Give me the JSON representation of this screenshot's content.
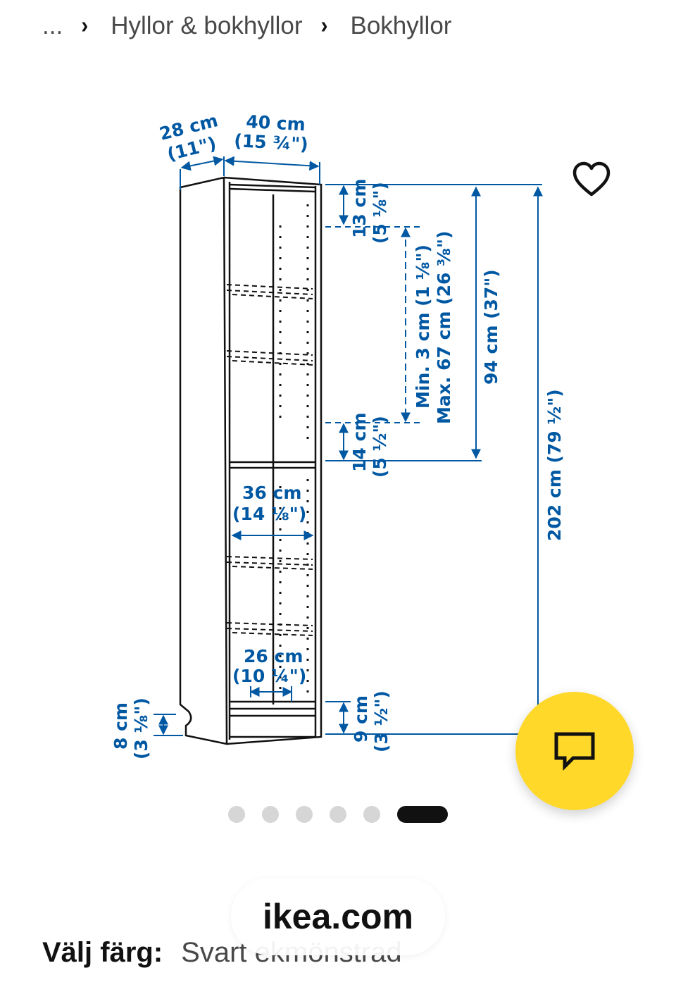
{
  "breadcrumb": {
    "ellipsis": "...",
    "separator": "›",
    "items": [
      {
        "label": "Hyllor & bokhyllor"
      },
      {
        "label": "Bokhyllor"
      }
    ]
  },
  "diagram": {
    "dimensions": {
      "depth": {
        "cm": "28 cm",
        "inch": "(11\")"
      },
      "width": {
        "cm": "40 cm",
        "inch": "(15 ¾\")"
      },
      "top_gap": {
        "cm": "13 cm",
        "inch": "(5 ⅛\")"
      },
      "shelf_range": {
        "min": "Min. 3 cm (1 ⅛\")",
        "max": "Max. 67 cm (26 ⅜\")"
      },
      "adjustable_height": {
        "label": "94 cm (37\")"
      },
      "total_height": {
        "label": "202 cm (79 ½\")"
      },
      "lower_gap": {
        "cm": "14 cm",
        "inch": "(5 ½\")"
      },
      "inner_width": {
        "cm": "36 cm",
        "inch": "(14 ⅛\")"
      },
      "base_width": {
        "cm": "26 cm",
        "inch": "(10 ¼\")"
      },
      "plinth_left": {
        "cm": "8 cm",
        "inch": "(3 ⅛\")"
      },
      "plinth_right": {
        "cm": "9 cm",
        "inch": "(3 ½\")"
      }
    },
    "color": "#0058a3"
  },
  "carousel": {
    "count": 6,
    "active_index": 5
  },
  "chat": {
    "icon": "chat-bubble-icon",
    "color": "#ffd829"
  },
  "favorite": {
    "icon": "heart-icon"
  },
  "color_select": {
    "label": "Välj färg:",
    "value": "Svart ekmönstrad"
  },
  "url_pill": {
    "text": "ikea.com"
  }
}
